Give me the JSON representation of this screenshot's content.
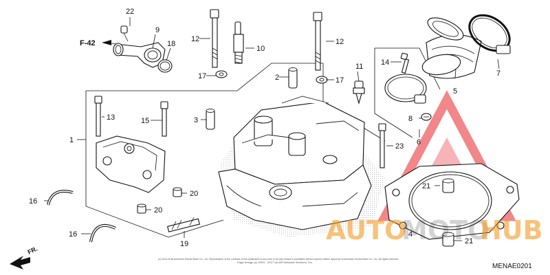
{
  "diagram": {
    "reference_label": "F-42",
    "direction_label": "FR.",
    "diagram_code": "MENAE0201",
    "copyright_line1": "(c) 2013-2018 American Honda Motor Co., Inc. Reproduction of the contents of this publication in any form or by any means is prohibited without express written approval of American Honda Motor Co., Inc. All rights reserved.",
    "copyright_line2": "Page design (c) 2004 - 2017 by ARI Network Services, Inc.",
    "callouts": {
      "c1": "1",
      "c2": "2",
      "c3": "3",
      "c4": "4",
      "c5": "5",
      "c6": "6",
      "c7": "7",
      "c8": "8",
      "c9": "9",
      "c10": "10",
      "c11": "11",
      "c12a": "12",
      "c12b": "12",
      "c13": "13",
      "c14": "14",
      "c15": "15",
      "c16a": "16",
      "c16b": "16",
      "c17a": "17",
      "c17b": "17",
      "c18": "18",
      "c19": "19",
      "c20a": "20",
      "c20b": "20",
      "c21a": "21",
      "c21b": "21",
      "c22": "22",
      "c23": "23"
    }
  },
  "watermark": {
    "brand_auto": "AUTO",
    "brand_moto": "MOTO",
    "brand_hub": "HUB",
    "colors": {
      "red": "#e8242a",
      "orange": "#f59a22",
      "dark": "#2b2b2b"
    }
  }
}
